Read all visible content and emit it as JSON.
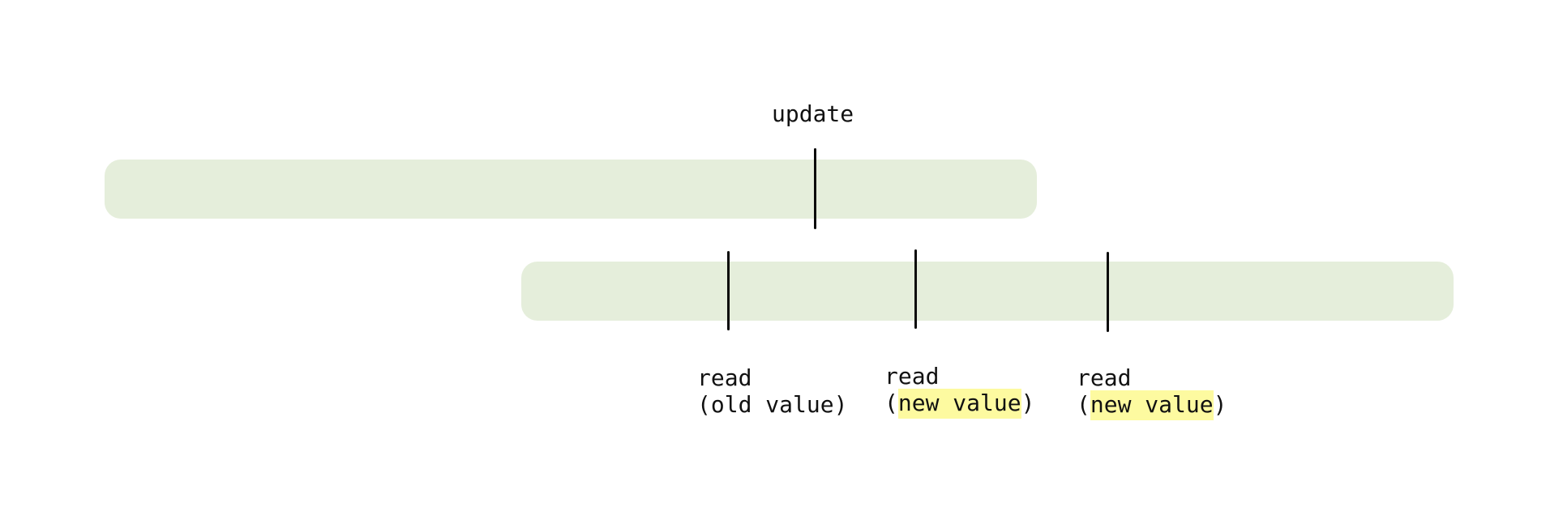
{
  "colors": {
    "bar_fill": "#e5eedb",
    "highlight": "#fdfaa0"
  },
  "update_label": "update",
  "reads": [
    {
      "title": "read",
      "open": "(",
      "value": "old value",
      "close": ")",
      "highlighted": false
    },
    {
      "title": "read",
      "open": "(",
      "value": "new value",
      "close": ")",
      "highlighted": true
    },
    {
      "title": "read",
      "open": "(",
      "value": "new value",
      "close": ")",
      "highlighted": true
    }
  ]
}
